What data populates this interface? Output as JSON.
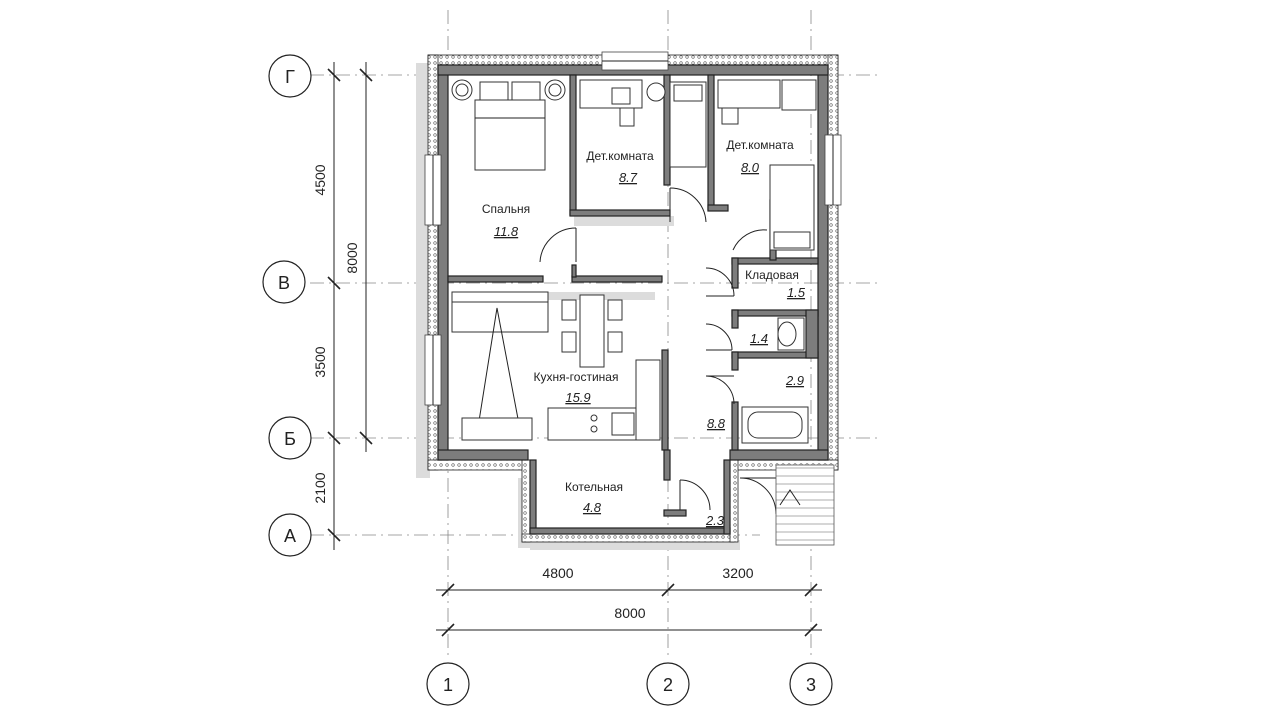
{
  "plan": {
    "axes": {
      "horizontal": [
        "Г",
        "В",
        "Б",
        "А"
      ],
      "vertical": [
        "1",
        "2",
        "3"
      ]
    },
    "dimensions": {
      "left_upper": "4500",
      "left_total": "8000",
      "left_middle": "3500",
      "left_lower": "2100",
      "bottom_left": "4800",
      "bottom_right": "3200",
      "bottom_total": "8000"
    },
    "rooms": {
      "bedroom": {
        "name": "Спальня",
        "area": "11.8"
      },
      "kids1": {
        "name": "Дет.комната",
        "area": "8.7"
      },
      "kids2": {
        "name": "Дет.комната",
        "area": "8.0"
      },
      "storage": {
        "name": "Кладовая",
        "area": "1.5"
      },
      "wc": {
        "area": "1.4"
      },
      "bath": {
        "area": "2.9"
      },
      "kitchen": {
        "name": "Кухня-гостиная",
        "area": "15.9"
      },
      "hall": {
        "area": "8.8"
      },
      "boiler": {
        "name": "Котельная",
        "area": "4.8"
      },
      "vestibule": {
        "area": "2.3"
      }
    }
  }
}
